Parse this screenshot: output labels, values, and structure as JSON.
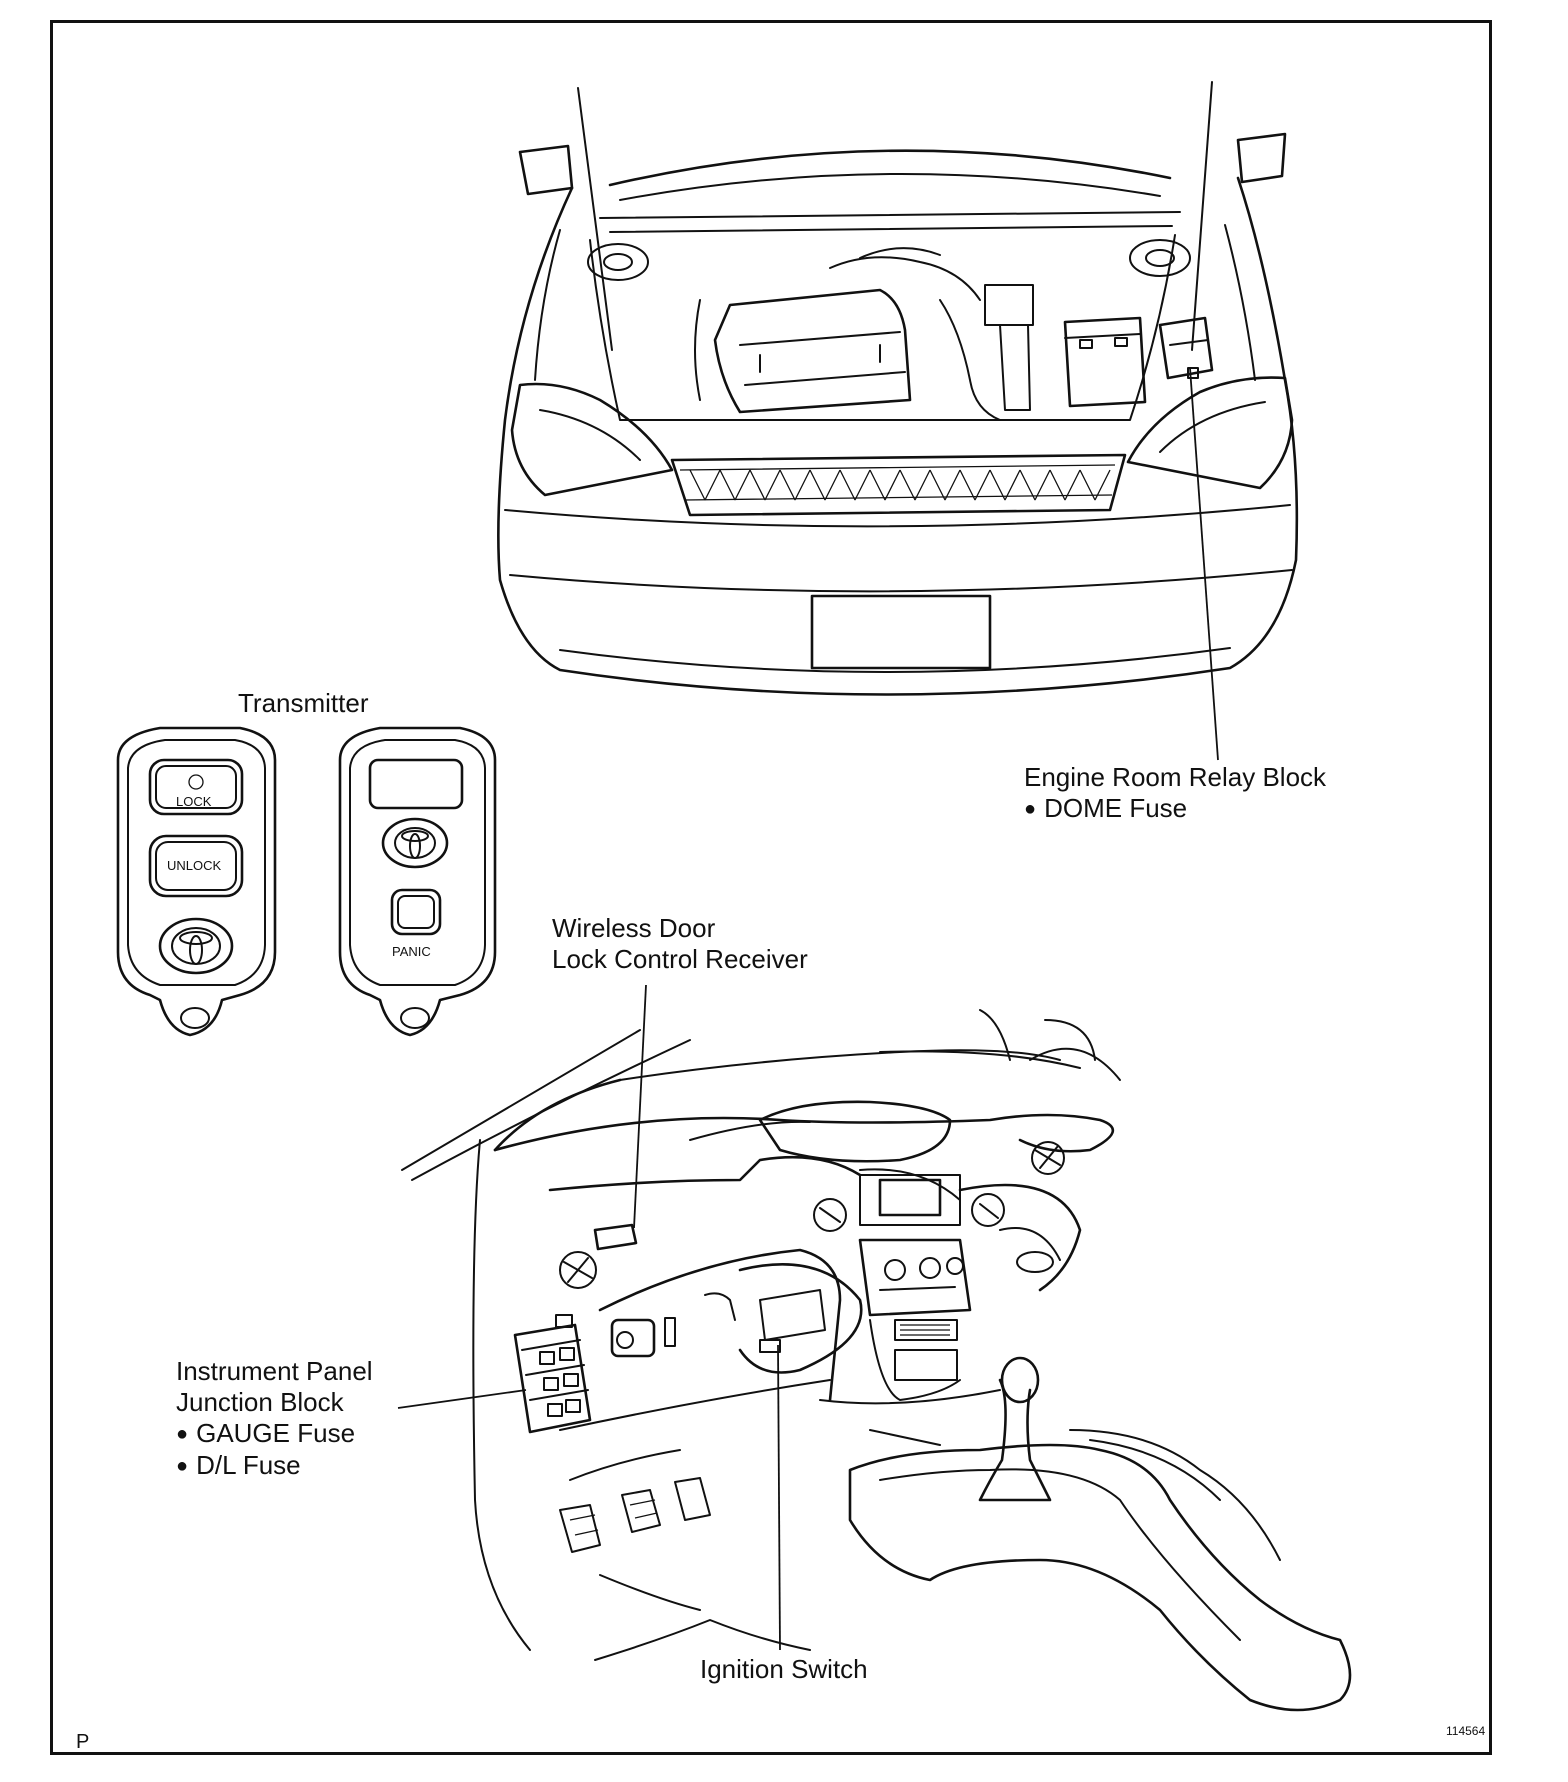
{
  "labels": {
    "transmitter": "Transmitter",
    "engine_room_relay_block": "Engine Room Relay Block",
    "dome_fuse": "DOME Fuse",
    "wireless_receiver_line1": "Wireless Door",
    "wireless_receiver_line2": "Lock Control Receiver",
    "ip_junction_line1": "Instrument Panel",
    "ip_junction_line2": "Junction Block",
    "gauge_fuse": "GAUGE Fuse",
    "dl_fuse": "D/L Fuse",
    "ignition_switch": "Ignition Switch"
  },
  "transmitter_buttons": {
    "lock": "LOCK",
    "unlock": "UNLOCK",
    "panic": "PANIC"
  },
  "corner": {
    "page_letter": "P",
    "figure_number": "114564"
  }
}
